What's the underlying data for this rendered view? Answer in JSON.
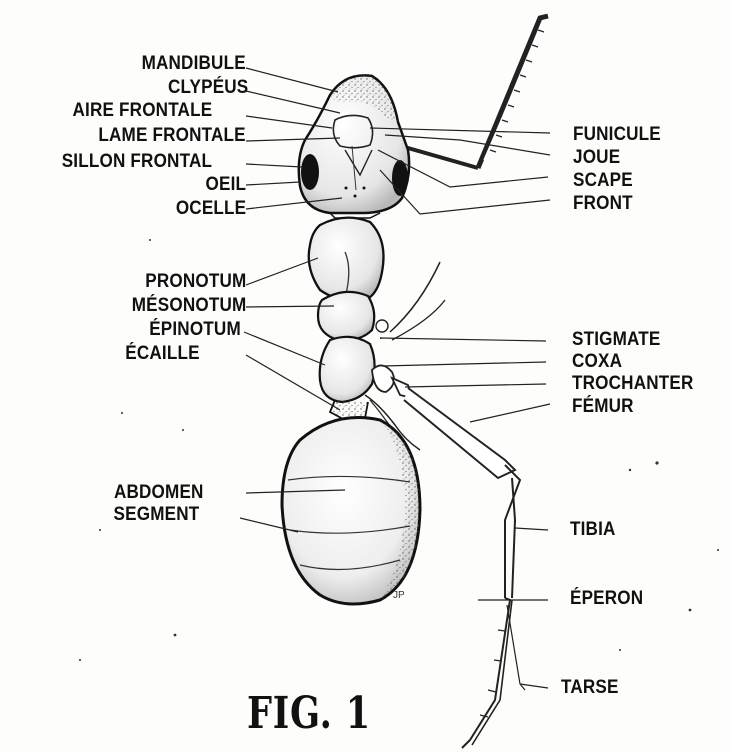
{
  "figure": {
    "title": "FIG. 1",
    "signature": "JP",
    "left_labels": {
      "mandibule": "MANDIBULE",
      "clypeus": "CLYPÉUS",
      "aire_frontale": "AIRE FRONTALE",
      "lame_frontale": "LAME FRONTALE",
      "sillon_frontal": "SILLON FRONTAL",
      "oeil": "OEIL",
      "ocelle": "OCELLE",
      "pronotum": "PRONOTUM",
      "mesonotum": "MÉSONOTUM",
      "epinotum": "ÉPINOTUM",
      "ecaille": "ÉCAILLE",
      "abdomen": "ABDOMEN",
      "segment": "SEGMENT"
    },
    "right_labels": {
      "funicule": "FUNICULE",
      "joue": "JOUE",
      "scape": "SCAPE",
      "front": "FRONT",
      "stigmate": "STIGMATE",
      "coxa": "COXA",
      "trochanter": "TROCHANTER",
      "femur": "FÉMUR",
      "tibia": "TIBIA",
      "eperon": "ÉPERON",
      "tarse": "TARSE"
    }
  }
}
